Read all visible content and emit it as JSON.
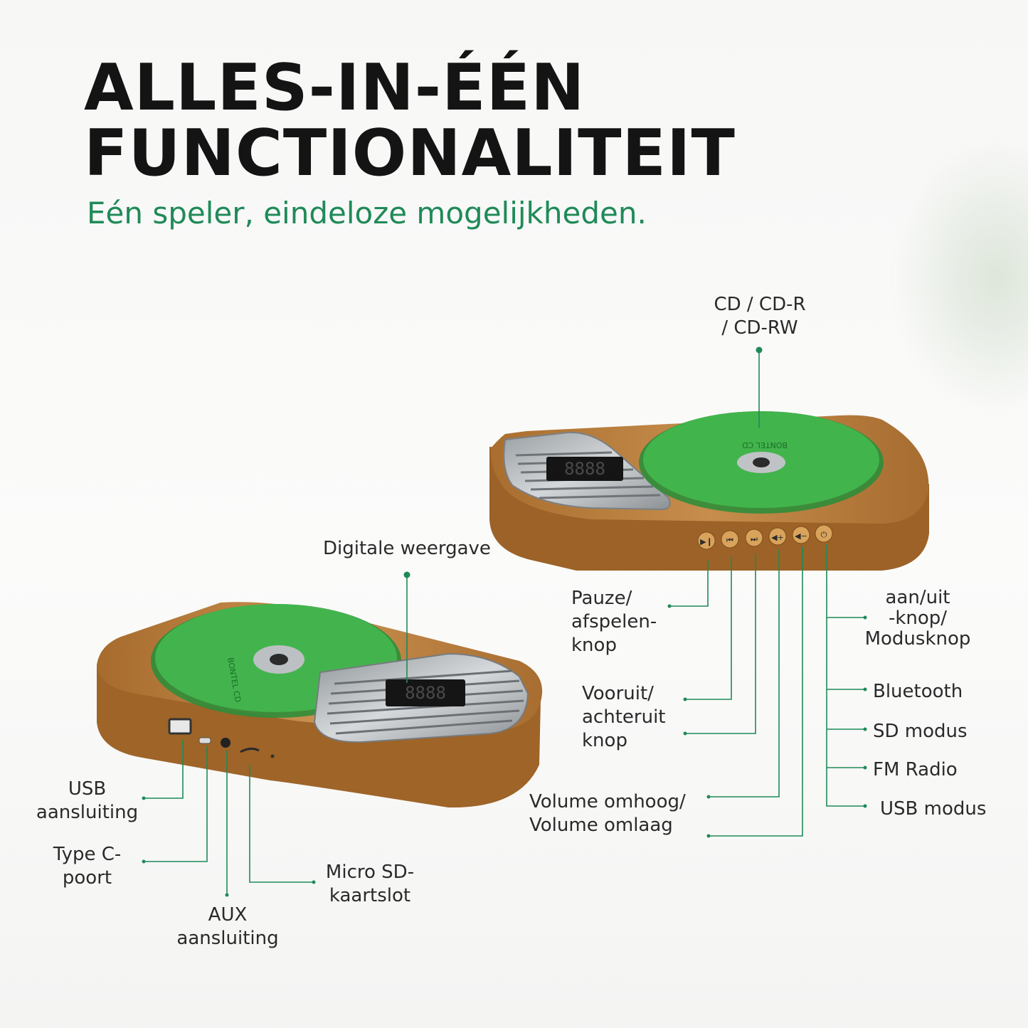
{
  "heading": {
    "line1": "ALLES-IN-ÉÉN",
    "line2": "FUNCTIONALITEIT",
    "subtitle": "Eén speler, eindeloze mogelijkheden."
  },
  "labels": {
    "cd": "CD / CD-R\n/ CD-RW",
    "display": "Digitale weergave",
    "pause": "Pauze/\nafspelen-\nknop",
    "power": "aan/uit\n-knop/\nModusknop",
    "skip": "Vooruit/\nachteruit\nknop",
    "bluetooth": "Bluetooth",
    "sd_mode": "SD modus",
    "fm": "FM Radio",
    "usb_mode": "USB modus",
    "volume": "Volume omhoog/\nVolume omlaag",
    "usb_port": "USB\naansluiting",
    "typec": "Type C-\npoort",
    "aux": "AUX\naansluiting",
    "microsd": "Micro SD-\nkaartslot"
  },
  "device": {
    "display_text": "8888",
    "disc_brand": "BONTEL CD"
  },
  "colors": {
    "accent": "#1f8a58",
    "wood": "#b27a3a",
    "disc": "#3fb14a"
  },
  "icons": [
    "play-pause-icon",
    "previous-icon",
    "next-icon",
    "volume-up-icon",
    "volume-down-icon",
    "power-icon"
  ]
}
